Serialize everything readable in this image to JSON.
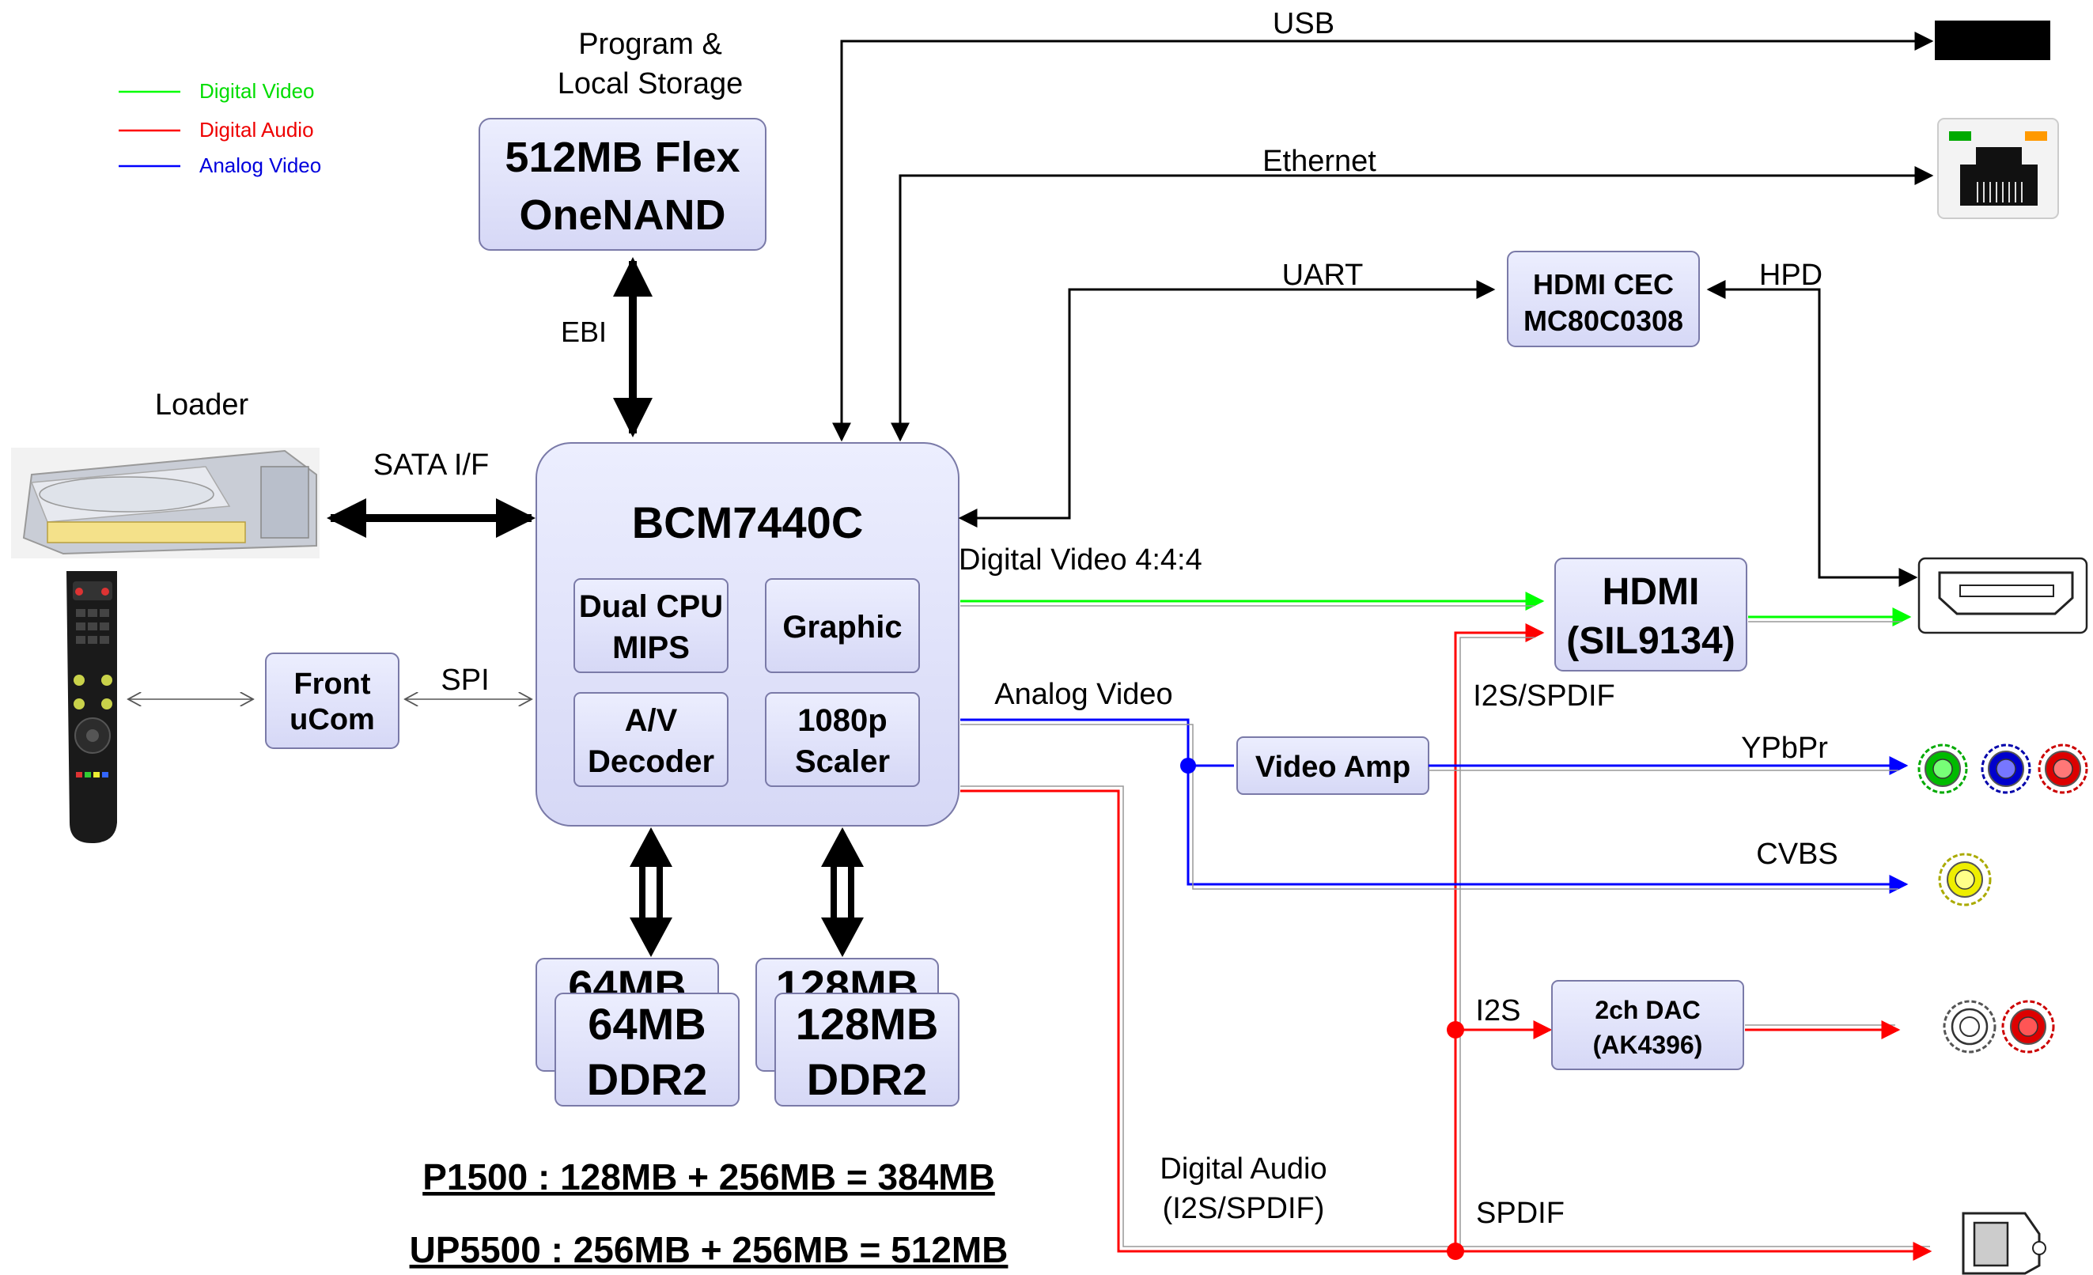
{
  "legend": [
    {
      "label": "Digital Video",
      "color": "#00ff00"
    },
    {
      "label": "Digital Audio",
      "color": "#ff0000"
    },
    {
      "label": "Analog Video",
      "color": "#0000ff"
    }
  ],
  "colors": {
    "digital_video": "#00ff00",
    "digital_audio": "#ff0000",
    "analog_video": "#0000ff",
    "block_fill": "#dcdcf8",
    "block_stroke": "#7a7aa8"
  },
  "storage": {
    "caption_line1": "Program &",
    "caption_line2": "Local Storage",
    "block_line1": "512MB Flex",
    "block_line2": "OneNAND"
  },
  "loader": {
    "caption": "Loader"
  },
  "soc": {
    "title": "BCM7440C",
    "cpu_line1": "Dual CPU",
    "cpu_line2": "MIPS",
    "graphic": "Graphic",
    "av_line1": "A/V",
    "av_line2": "Decoder",
    "scaler_line1": "1080p",
    "scaler_line2": "Scaler"
  },
  "front_ucom": {
    "line1": "Front",
    "line2": "uCom"
  },
  "ddr_left": {
    "back_label": "64MB",
    "line1": "64MB",
    "line2": "DDR2"
  },
  "ddr_right": {
    "back_label": "128MB",
    "line1": "128MB",
    "line2": "DDR2"
  },
  "hdmi_cec": {
    "line1": "HDMI CEC",
    "line2": "MC80C0308"
  },
  "hdmi_tx": {
    "line1": "HDMI",
    "line2": "(SIL9134)"
  },
  "video_amp": {
    "label": "Video Amp"
  },
  "dac": {
    "line1": "2ch DAC",
    "line2": "(AK4396)"
  },
  "signals": {
    "usb": "USB",
    "ethernet": "Ethernet",
    "uart": "UART",
    "hpd": "HPD",
    "ebi": "EBI",
    "sata": "SATA I/F",
    "spi": "SPI",
    "digital_video_444": "Digital Video 4:4:4",
    "analog_video": "Analog Video",
    "i2s_spdif": "I2S/SPDIF",
    "ypbpr": "YPbPr",
    "cvbs": "CVBS",
    "i2s": "I2S",
    "digital_audio_line1": "Digital Audio",
    "digital_audio_line2": "(I2S/SPDIF)",
    "spdif": "SPDIF"
  },
  "notes": {
    "p1500": "P1500 : 128MB + 256MB = 384MB",
    "up5500": "UP5500 : 256MB + 256MB = 512MB"
  },
  "icons": [
    "usb-port-icon",
    "ethernet-port-icon",
    "hdmi-port-icon",
    "component-jacks-icon",
    "composite-jack-icon",
    "audio-jacks-icon",
    "optical-port-icon",
    "disc-drive-icon",
    "remote-control-icon"
  ]
}
